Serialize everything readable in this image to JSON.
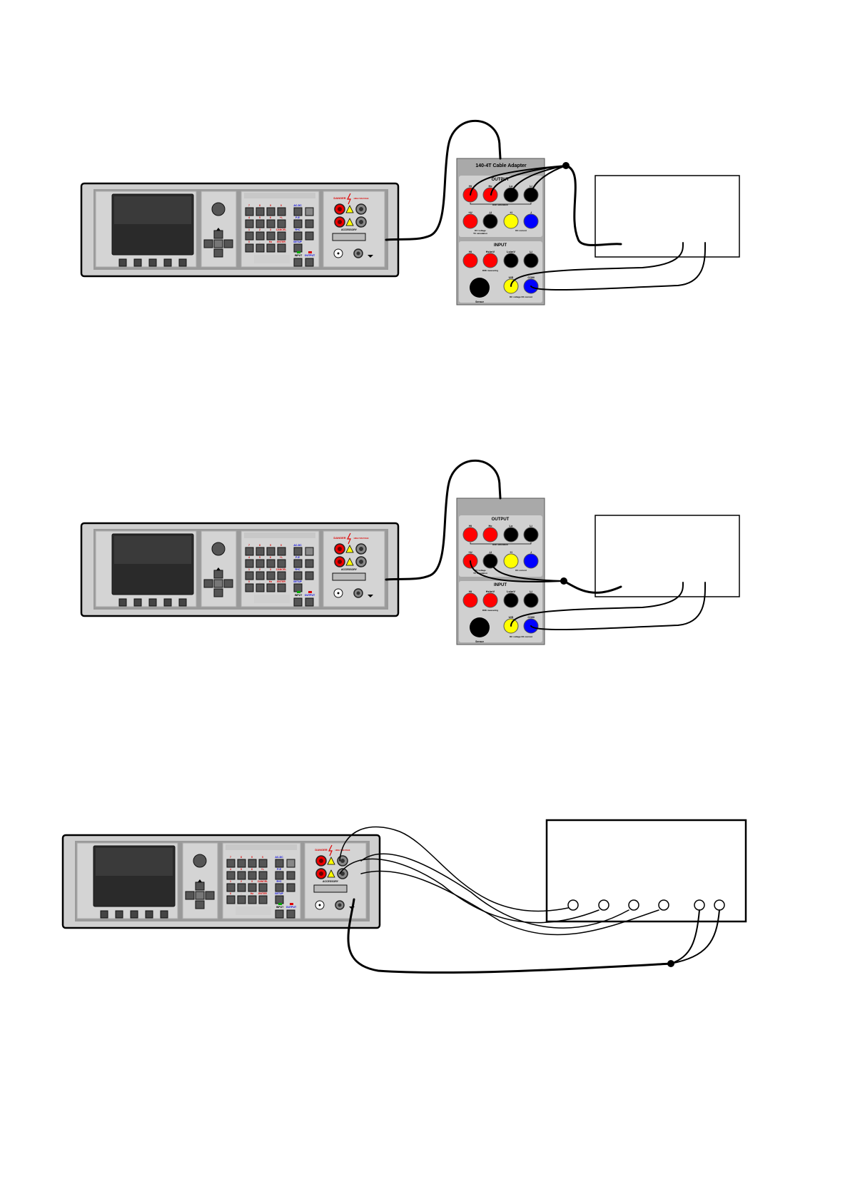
{
  "instrument": {
    "danger_label": "DANGER",
    "high_voltage_label": "HIGH VOLTAGE",
    "accessory_label": "ACCESSORY",
    "input_button": "INPUT",
    "output_button": "OUTPUT",
    "keypad_row1": [
      "7",
      "8",
      "9",
      "0"
    ],
    "keypad_row2": [
      "4",
      "5",
      "6",
      "+/-"
    ],
    "keypad_row3": [
      "1",
      "2",
      "3",
      "CANCEL"
    ],
    "keypad_row4": [
      "0",
      ".",
      "Hz",
      "ENTER"
    ],
    "range_keys": [
      "AC-DC",
      "P-E",
      "R+C",
      "SETUP"
    ]
  },
  "adapter": {
    "title": "140-4T Cable Adapter",
    "output_section": "OUTPUT",
    "input_section": "INPUT",
    "out_row1": [
      "Hi",
      "Hc",
      "Lo",
      "Li"
    ],
    "out_row2": [
      "+U",
      "-U",
      "+I",
      "-I"
    ],
    "out_row1_caption": "R/Rt simulation",
    "out_row2_caption_a": "DC voltage",
    "out_row2_caption_b": "TC simulation",
    "out_row2_caption_c": "DC current",
    "in_row1": [
      "Hi",
      "Hc/mV",
      "Lo/mV",
      "Li"
    ],
    "in_row1_caption": "R/Rt measuring",
    "in_row2": [
      "Sensor",
      "UIS",
      "COM"
    ],
    "in_row2_caption": "DC voltage DC current"
  }
}
